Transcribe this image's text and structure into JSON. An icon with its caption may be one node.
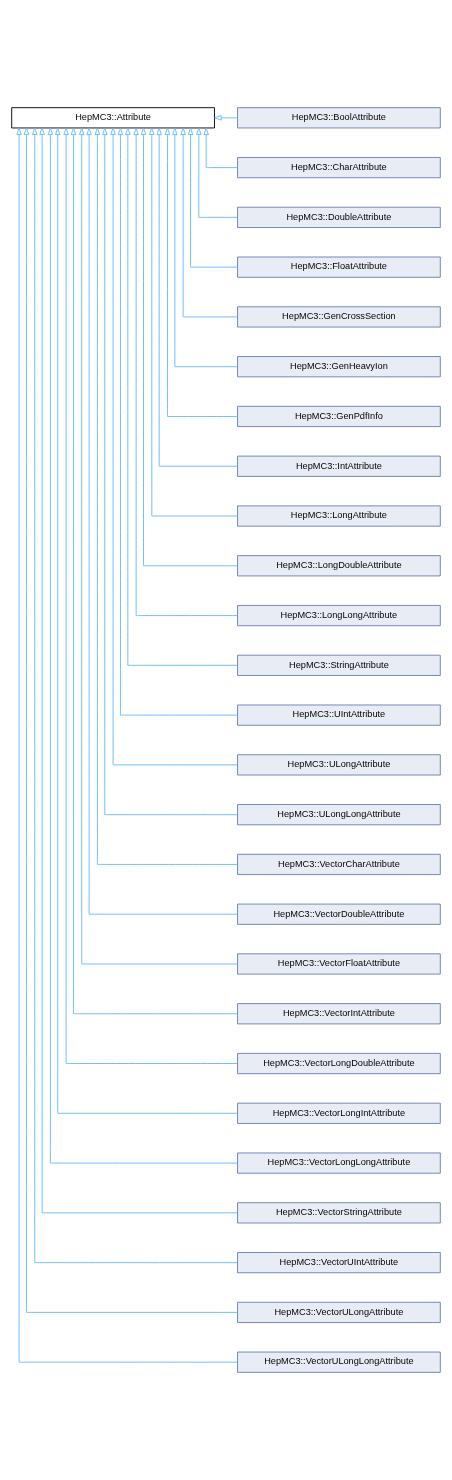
{
  "diagram": {
    "nodes": [
      {
        "text": [
          "HepMC3::Attribute"
        ]
      },
      {
        "text": [
          "HepMC3::BoolAttribute"
        ]
      },
      {
        "text": [
          "HepMC3::CharAttribute"
        ]
      },
      {
        "text": [
          "HepMC3::DoubleAttribute"
        ]
      },
      {
        "text": [
          "HepMC3::FloatAttribute"
        ]
      },
      {
        "text": [
          "HepMC3::GenCrossSection"
        ]
      },
      {
        "text": [
          "HepMC3::GenHeavyIon"
        ]
      },
      {
        "text": [
          "HepMC3::GenPdfInfo"
        ]
      },
      {
        "text": [
          "HepMC3::IntAttribute"
        ]
      },
      {
        "text": [
          "HepMC3::LongAttribute"
        ]
      },
      {
        "text": [
          "HepMC3::LongDoubleAttribute"
        ]
      },
      {
        "text": [
          "HepMC3::LongLongAttribute"
        ]
      },
      {
        "text": [
          "HepMC3::StringAttribute"
        ]
      },
      {
        "text": [
          "HepMC3::UIntAttribute"
        ]
      },
      {
        "text": [
          "HepMC3::ULongAttribute"
        ]
      },
      {
        "text": [
          "HepMC3::ULongLongAttribute"
        ]
      },
      {
        "text": [
          "HepMC3::VectorCharAttribute"
        ]
      },
      {
        "text": [
          "HepMC3::VectorDoubleAttribute"
        ]
      },
      {
        "text": [
          "HepMC3::VectorFloatAttribute"
        ]
      },
      {
        "text": [
          "HepMC3::VectorIntAttribute"
        ]
      },
      {
        "text": [
          "HepMC3::VectorLongDoubleAttribute"
        ]
      },
      {
        "text": [
          "HepMC3::VectorLongIntAttribute"
        ]
      },
      {
        "text": [
          "HepMC3::VectorLongLongAttribute"
        ]
      },
      {
        "text": [
          "HepMC3::VectorStringAttribute"
        ]
      },
      {
        "text": [
          "HepMC3::VectorUIntAttribute"
        ]
      },
      {
        "text": [
          "HepMC3::VectorULongAttribute"
        ]
      },
      {
        "text": [
          "HepMC3::VectorULongLongAttribute"
        ]
      }
    ],
    "edges": [
      {
        "from": 1,
        "to": 0,
        "arrow": "to"
      },
      {
        "from": 2,
        "to": 0,
        "arrow": "to"
      },
      {
        "from": 3,
        "to": 0,
        "arrow": "to"
      },
      {
        "from": 4,
        "to": 0,
        "arrow": "to"
      },
      {
        "from": 5,
        "to": 0,
        "arrow": "to"
      },
      {
        "from": 6,
        "to": 0,
        "arrow": "to"
      },
      {
        "from": 7,
        "to": 0,
        "arrow": "to"
      },
      {
        "from": 8,
        "to": 0,
        "arrow": "to"
      },
      {
        "from": 9,
        "to": 0,
        "arrow": "to"
      },
      {
        "from": 10,
        "to": 0,
        "arrow": "to"
      },
      {
        "from": 11,
        "to": 0,
        "arrow": "to"
      },
      {
        "from": 12,
        "to": 0,
        "arrow": "to"
      },
      {
        "from": 13,
        "to": 0,
        "arrow": "to"
      },
      {
        "from": 14,
        "to": 0,
        "arrow": "to"
      },
      {
        "from": 15,
        "to": 0,
        "arrow": "to"
      },
      {
        "from": 16,
        "to": 0,
        "arrow": "to"
      },
      {
        "from": 17,
        "to": 0,
        "arrow": "to"
      },
      {
        "from": 18,
        "to": 0,
        "arrow": "to"
      },
      {
        "from": 19,
        "to": 0,
        "arrow": "to"
      },
      {
        "from": 20,
        "to": 0,
        "arrow": "to"
      },
      {
        "from": 21,
        "to": 0,
        "arrow": "to"
      },
      {
        "from": 22,
        "to": 0,
        "arrow": "to"
      },
      {
        "from": 23,
        "to": 0,
        "arrow": "to"
      },
      {
        "from": 24,
        "to": 0,
        "arrow": "to"
      },
      {
        "from": 25,
        "to": 0,
        "arrow": "to"
      },
      {
        "from": 26,
        "to": 0,
        "arrow": "to"
      }
    ]
  }
}
